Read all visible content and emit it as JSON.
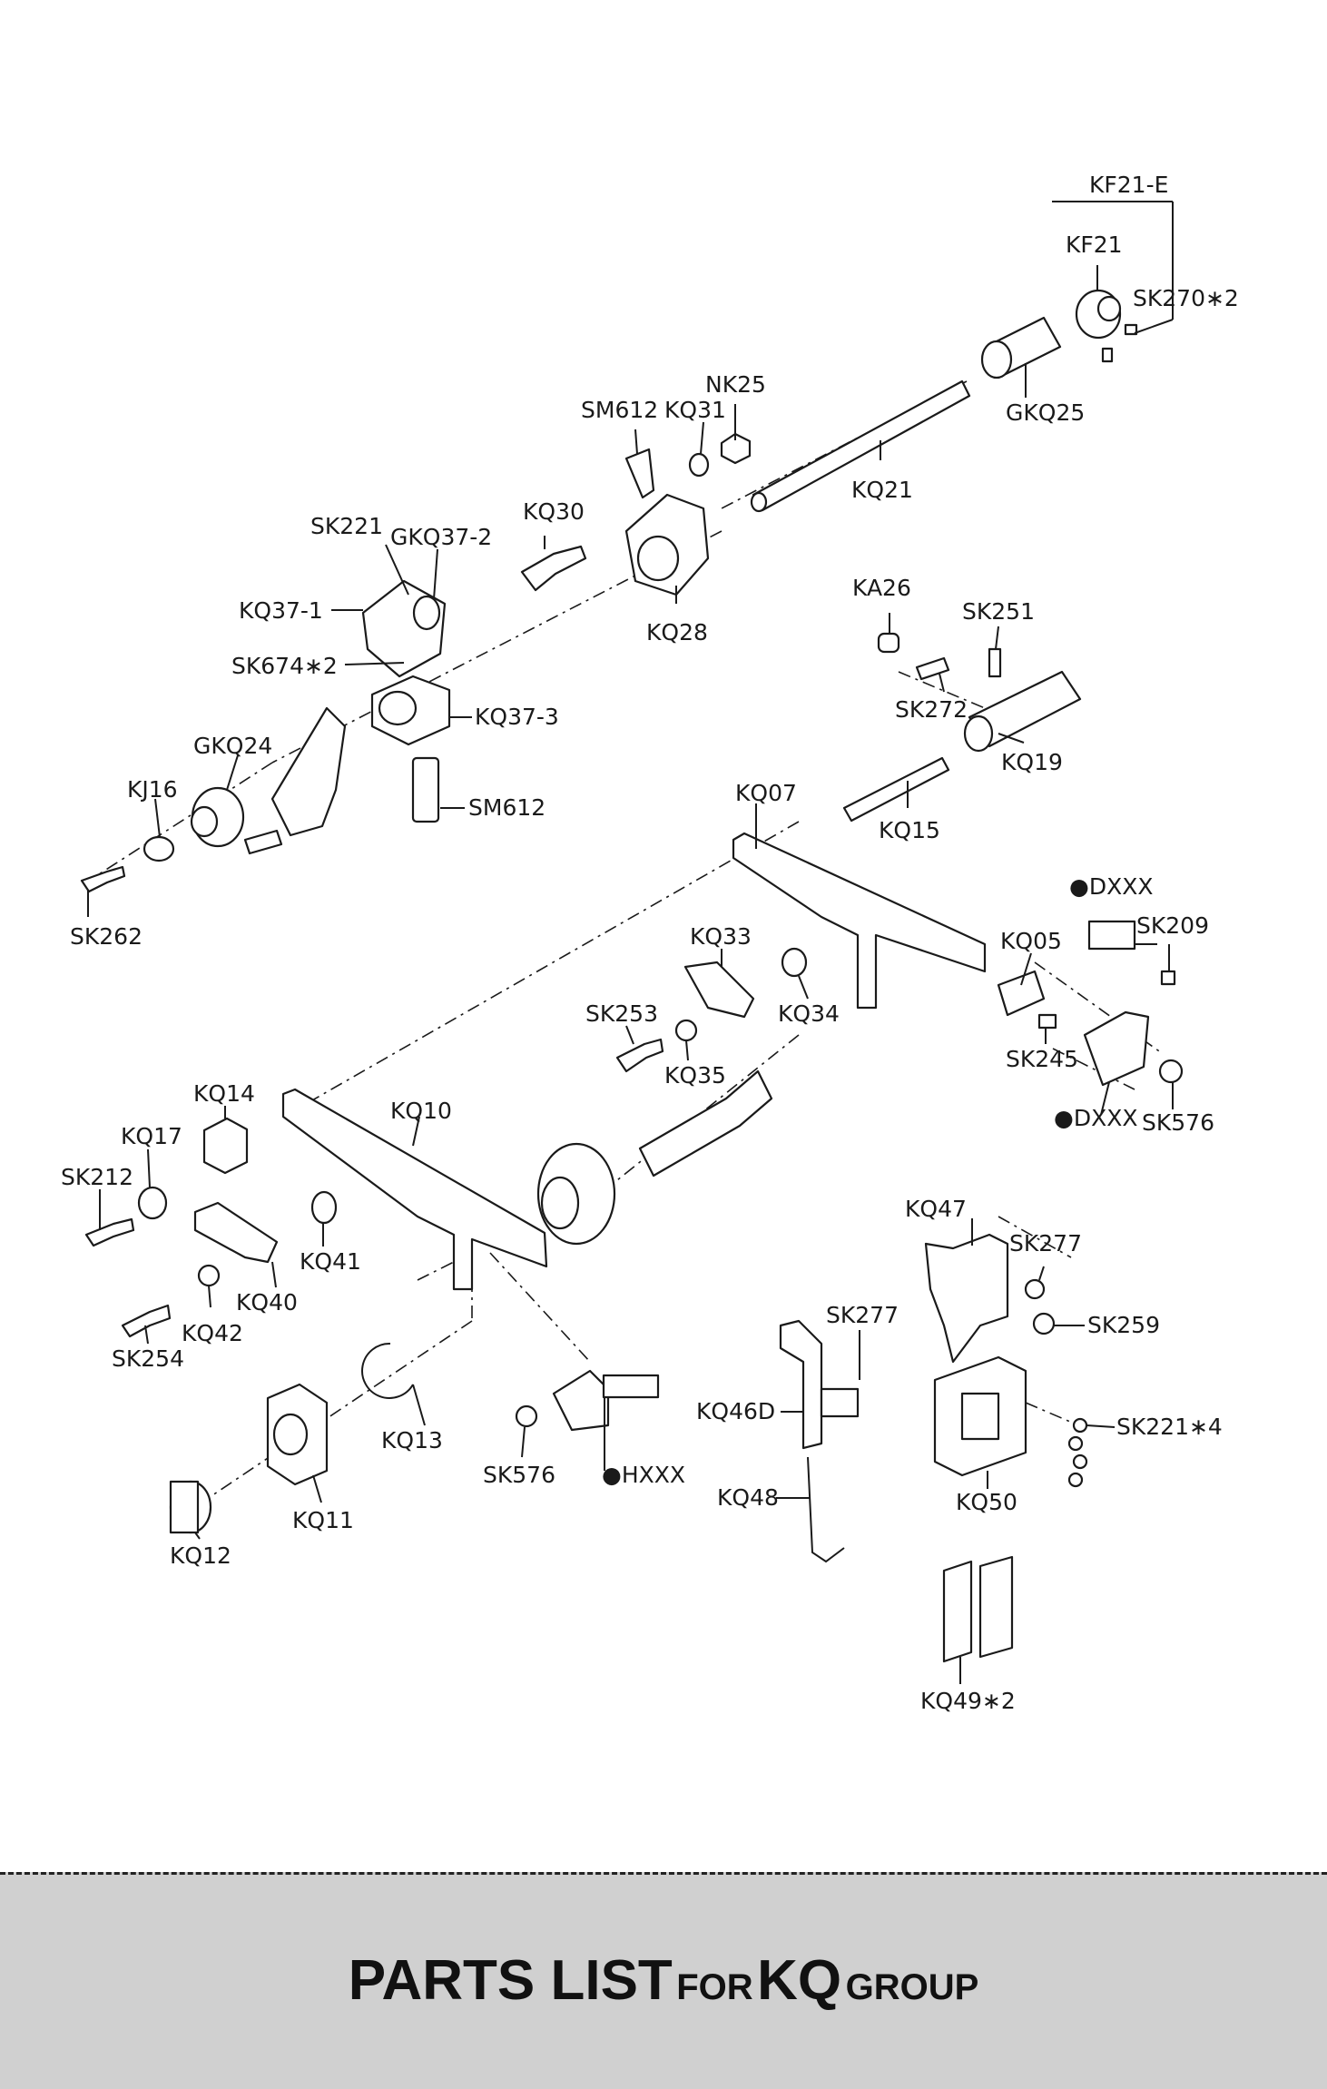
{
  "diagram": {
    "labels": [
      "KF21-E",
      "KF21",
      "SK270∗2",
      "GKQ25",
      "NK25",
      "SM612",
      "KQ31",
      "KQ21",
      "KQ30",
      "SK221",
      "GKQ37-2",
      "KQ28",
      "KQ37-1",
      "KA26",
      "SK251",
      "SK674∗2",
      "KQ37-3",
      "SK272",
      "GKQ24",
      "KQ19",
      "KJ16",
      "SM612",
      "KQ07",
      "KQ15",
      "●DXXX",
      "SK209",
      "SK262",
      "KQ33",
      "KQ05",
      "KQ34",
      "SK253",
      "SK245",
      "KQ35",
      "KQ14",
      "KQ10",
      "●DXXX",
      "SK576",
      "KQ17",
      "SK212",
      "KQ41",
      "KQ47",
      "KQ40",
      "SK277",
      "KQ42",
      "SK254",
      "SK277",
      "SK259",
      "KQ46D",
      "KQ13",
      "SK221∗4",
      "SK576",
      "●HXXX",
      "KQ48",
      "KQ50",
      "KQ11",
      "KQ12",
      "KQ49∗2"
    ]
  },
  "footer": {
    "title_part1": "PARTS LIST",
    "title_part2": "FOR",
    "title_part3": "KQ",
    "title_part4": "GROUP"
  }
}
